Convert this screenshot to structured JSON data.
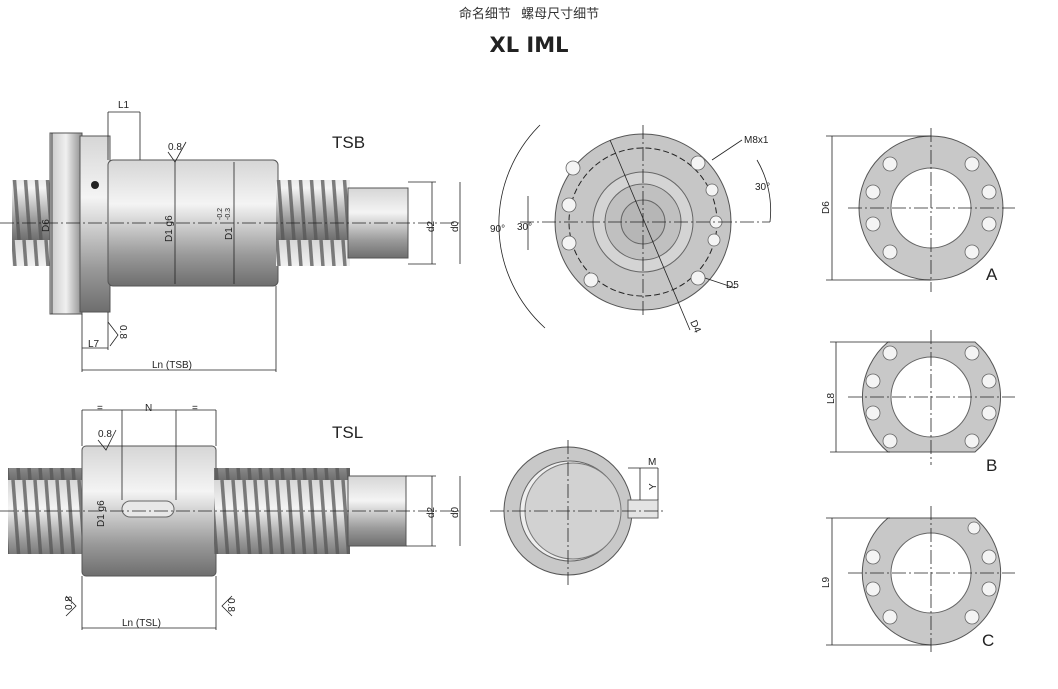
{
  "nav": {
    "item1": "命名细节",
    "item2": "螺母尺寸细节"
  },
  "title": "XL IML",
  "views": {
    "tsb": "TSB",
    "tsl": "TSL",
    "a": "A",
    "b": "B",
    "c": "C"
  },
  "dims": {
    "l1": "L1",
    "l7": "L7",
    "d6": "D6",
    "d1g6": "D1 g6",
    "d1": "D1",
    "tol_upper": "-0.2",
    "tol_lower": "-0.3",
    "d2": "d2",
    "d0": "d0",
    "ln_tsb": "Ln (TSB)",
    "ln_tsl": "Ln (TSL)",
    "rough": "0.8",
    "n": "N",
    "eq": "=",
    "m8x1": "M8x1",
    "a30": "30°",
    "a90": "90°",
    "d5": "D5",
    "d4": "D4",
    "m": "M",
    "y": "Y",
    "l8": "L8",
    "l9": "L9"
  },
  "colors": {
    "metal": "#b4b4b4",
    "plate": "#c8c8c8",
    "line": "#222222"
  }
}
